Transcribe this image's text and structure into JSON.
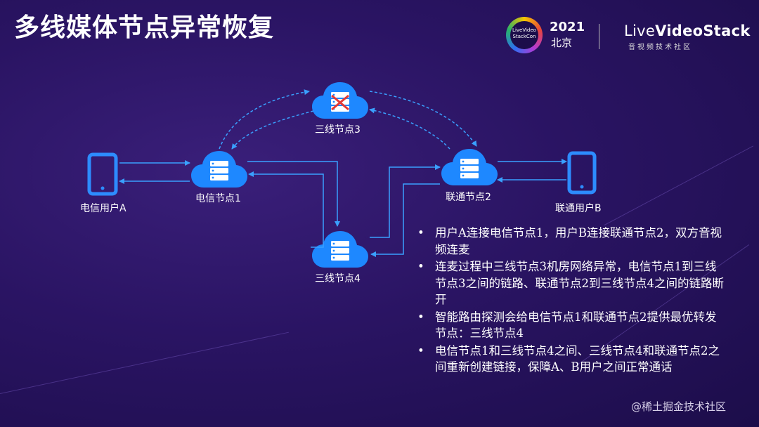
{
  "title": "多线媒体节点异常恢复",
  "header": {
    "logo_text": "LiveVideo StackCon",
    "year": "2021",
    "city": "北京",
    "brand_prefix": "Live",
    "brand_main": "VideoStack",
    "brand_sub": "音视频技术社区"
  },
  "diagram": {
    "nodes": {
      "user_a": "电信用户A",
      "node1": "电信节点1",
      "node3": "三线节点3",
      "node2": "联通节点2",
      "user_b": "联通用户B",
      "node4": "三线节点4"
    },
    "colors": {
      "cloud": "#1e88ff",
      "arrow": "#3aa0ff",
      "error": "#e53935"
    }
  },
  "bullets": [
    "用户A连接电信节点1，用户B连接联通节点2，双方音视频连麦",
    "连麦过程中三线节点3机房网络异常，电信节点1到三线节点3之间的链路、联通节点2到三线节点4之间的链路断开",
    "智能路由探测会给电信节点1和联通节点2提供最优转发节点：三线节点4",
    "电信节点1和三线节点4之间、三线节点4和联通节点2之间重新创建链接，保障A、B用户之间正常通话"
  ],
  "watermark": "@稀土掘金技术社区"
}
